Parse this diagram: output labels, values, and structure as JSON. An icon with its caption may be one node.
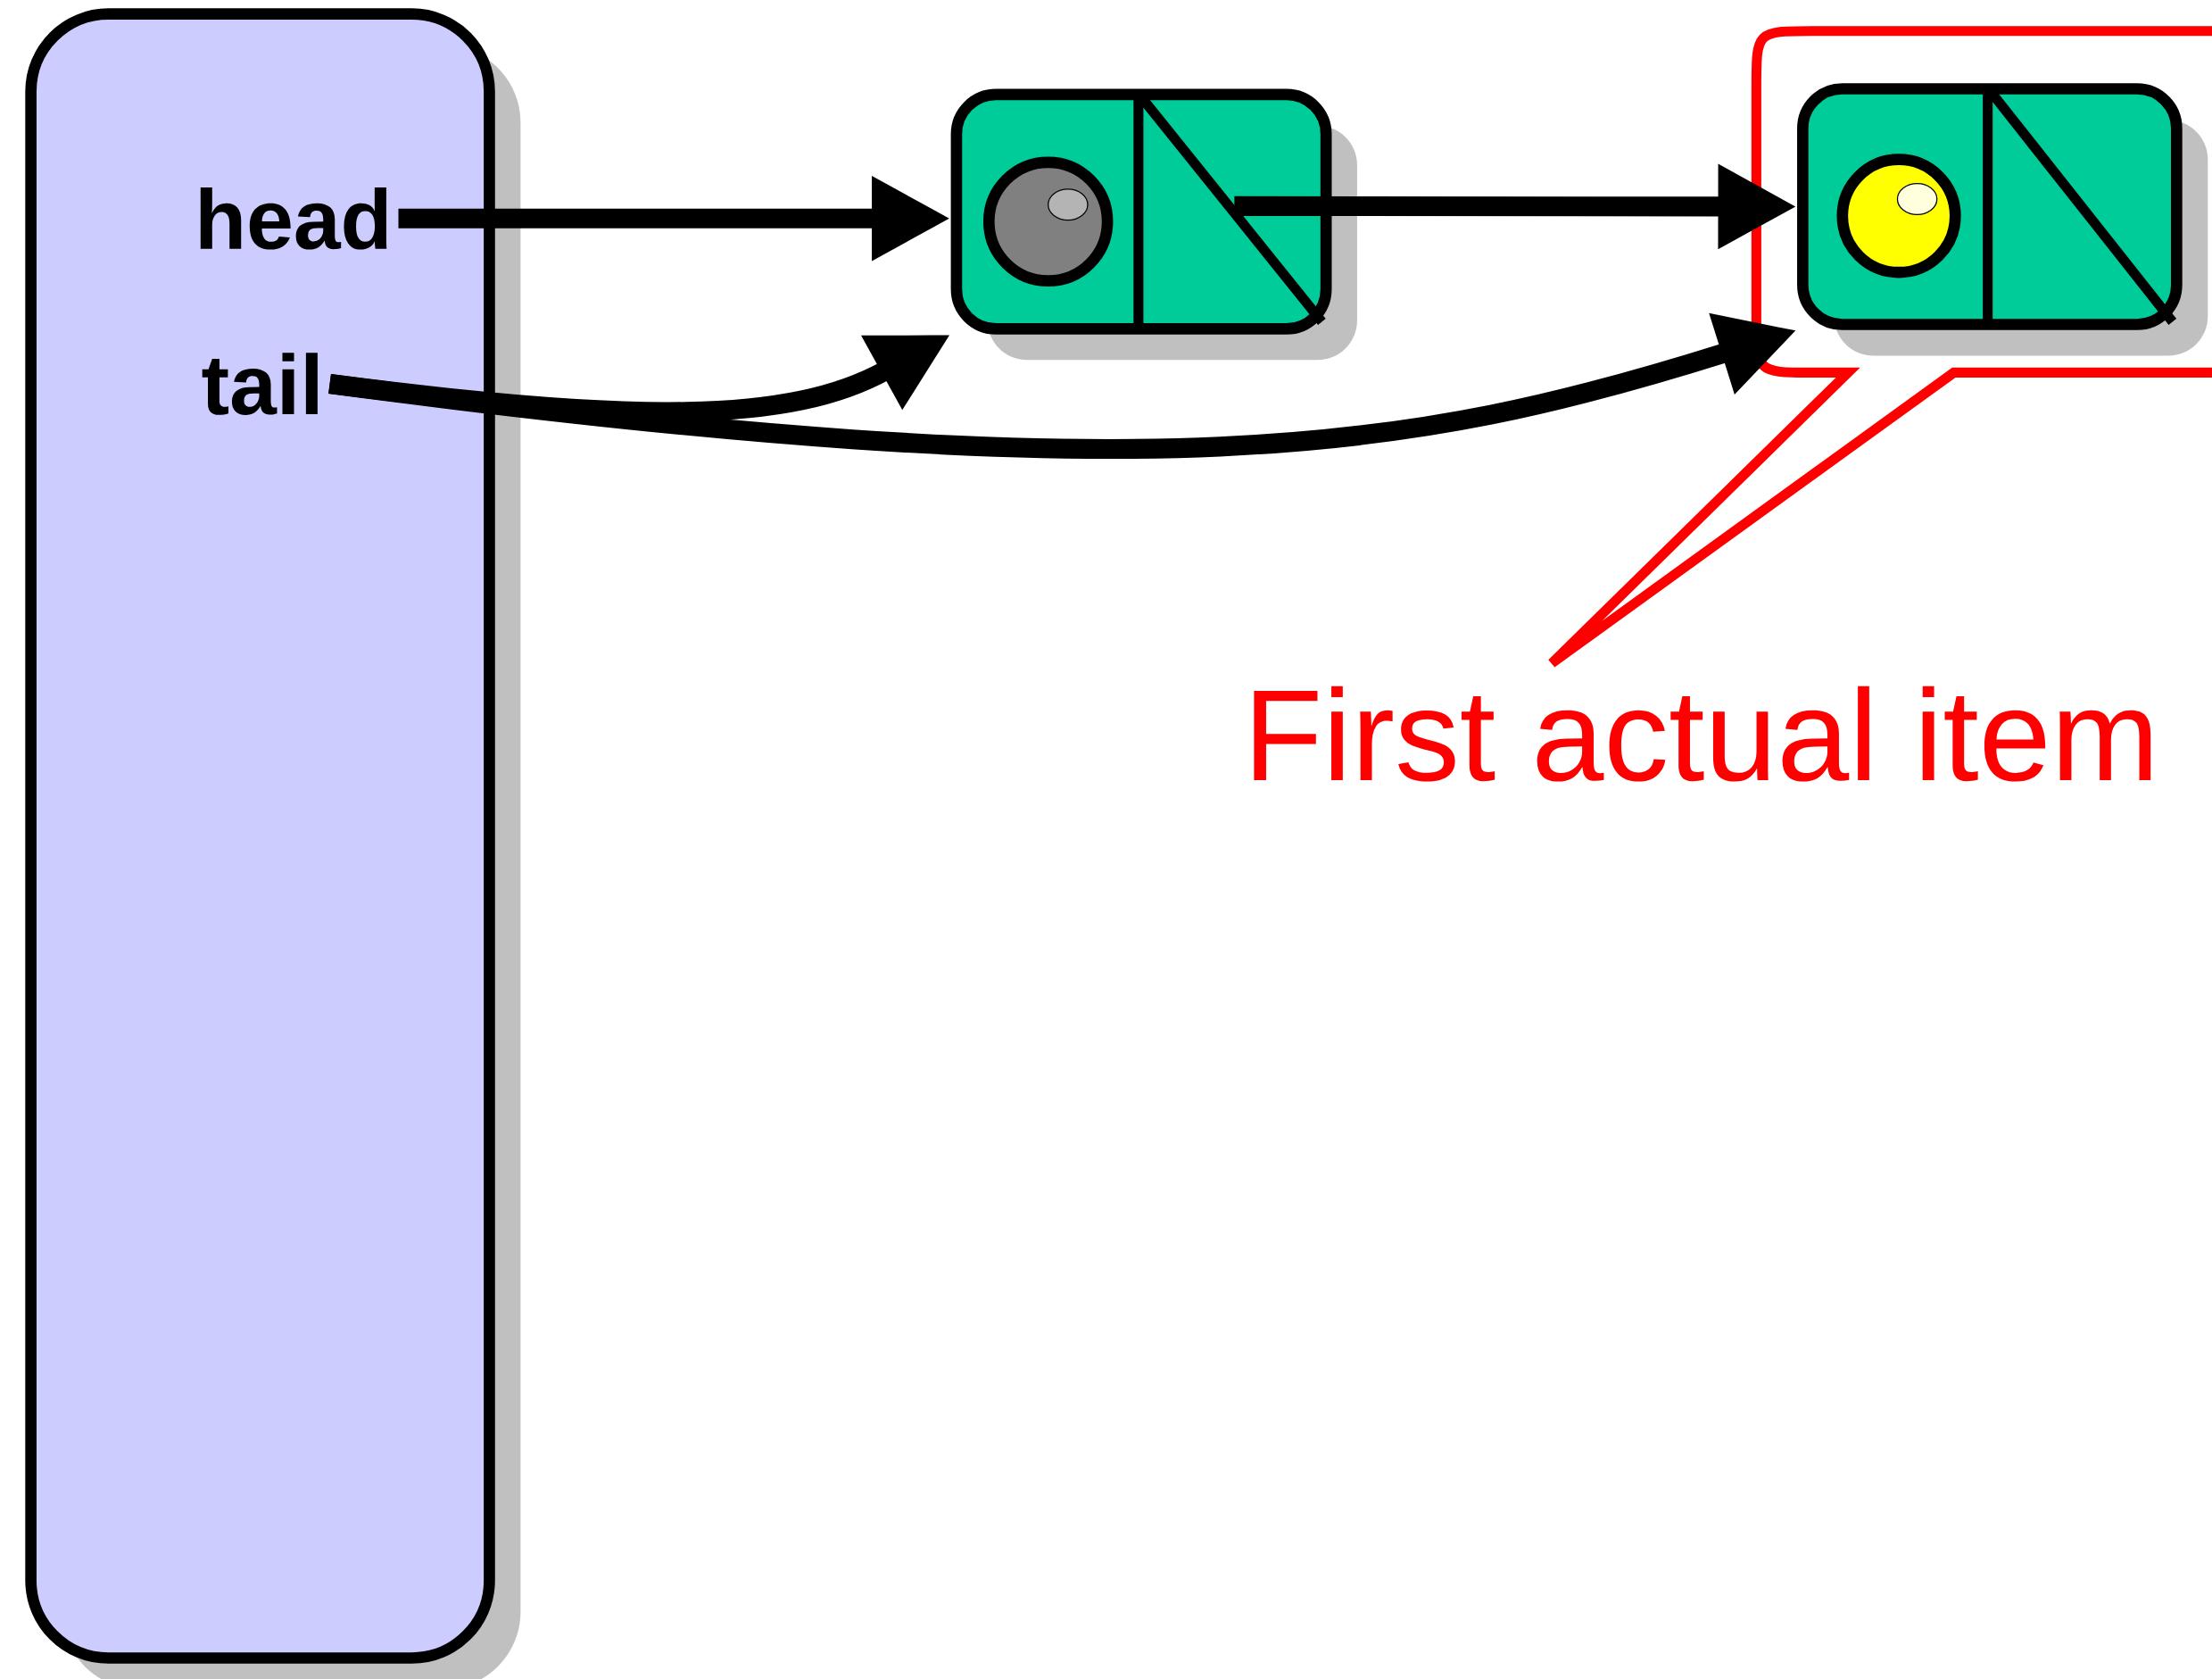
{
  "diagram": {
    "nodes": [
      {
        "text": [],
        "shape": "box"
      },
      {
        "text": [
          "head"
        ],
        "in": 0
      },
      {
        "text": [
          "tail"
        ],
        "in": 0
      },
      {
        "text": [],
        "shape": "box"
      },
      {
        "text": [
          "First actual item"
        ]
      },
      {
        "text": [],
        "shape": "box",
        "in": 4
      }
    ],
    "edges": [
      {
        "from": 1,
        "to": 3,
        "arrow": "to"
      },
      {
        "from": 2,
        "to": 3,
        "arrow": "to"
      },
      {
        "from": 2,
        "to": 5,
        "arrow": "to"
      },
      {
        "from": 3,
        "to": 5,
        "arrow": "to"
      }
    ]
  }
}
